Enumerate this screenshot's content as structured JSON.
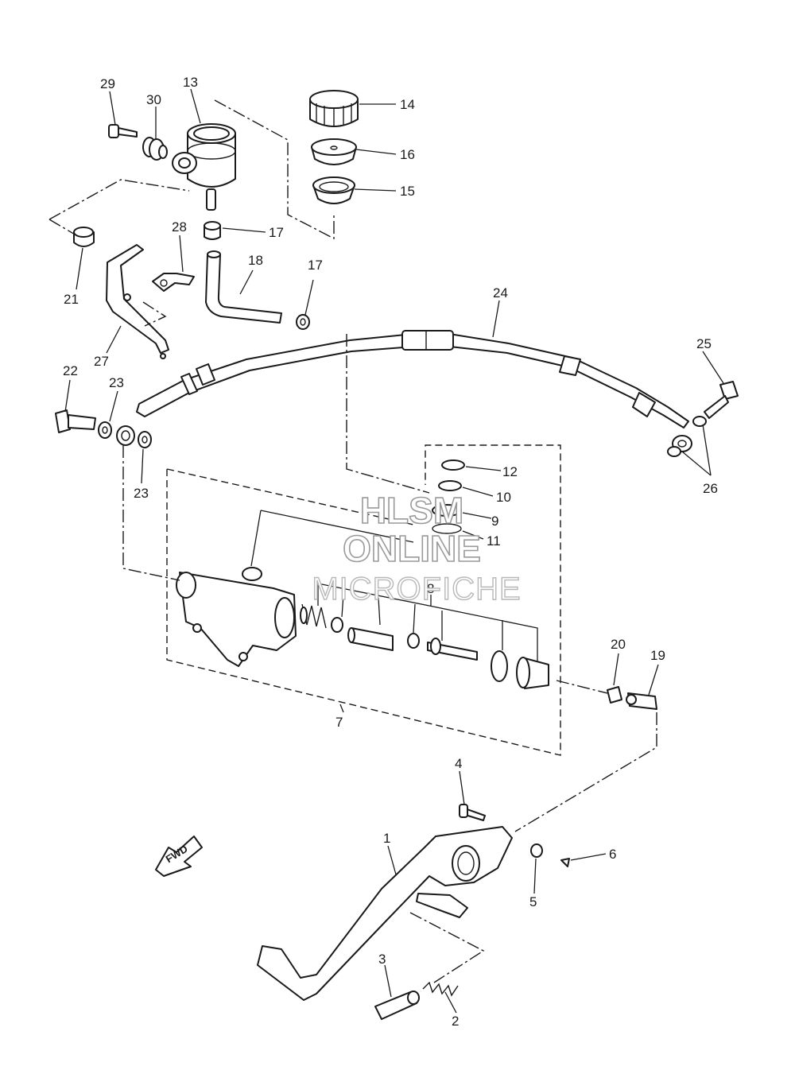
{
  "diagram": {
    "part_labels": [
      "1",
      "2",
      "3",
      "4",
      "5",
      "6",
      "7",
      "8",
      "9",
      "10",
      "11",
      "12",
      "13",
      "14",
      "15",
      "16",
      "17",
      "17",
      "18",
      "19",
      "20",
      "21",
      "22",
      "23",
      "23",
      "24",
      "25",
      "26",
      "27",
      "28",
      "29",
      "30"
    ],
    "direction_label": "FWD",
    "watermark": {
      "line1": "HLSM",
      "line2": "ONLINE",
      "line3": "MICROFICHE"
    }
  }
}
